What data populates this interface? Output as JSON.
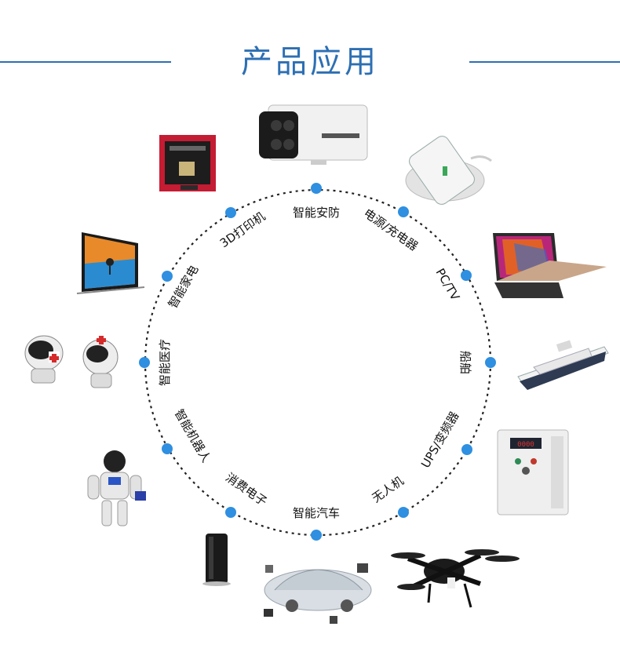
{
  "title": "产品应用",
  "colors": {
    "accent": "#2d6fb3",
    "dot": "#2f8fe0"
  },
  "applications": [
    {
      "label": "智能安防",
      "product": "security-camera"
    },
    {
      "label": "电源/充电器",
      "product": "wireless-charger"
    },
    {
      "label": "PC/TV",
      "product": "laptop"
    },
    {
      "label": "船舶",
      "product": "ship"
    },
    {
      "label": "UPS/变频器",
      "product": "frequency-inverter"
    },
    {
      "label": "无人机",
      "product": "drone"
    },
    {
      "label": "智能汽车",
      "product": "smart-car"
    },
    {
      "label": "消费电子",
      "product": "consumer-electronic-device"
    },
    {
      "label": "智能机器人",
      "product": "robot"
    },
    {
      "label": "智能医疗",
      "product": "medical-robots"
    },
    {
      "label": "智能家电",
      "product": "television"
    },
    {
      "label": "3D打印机",
      "product": "3d-printer"
    }
  ]
}
